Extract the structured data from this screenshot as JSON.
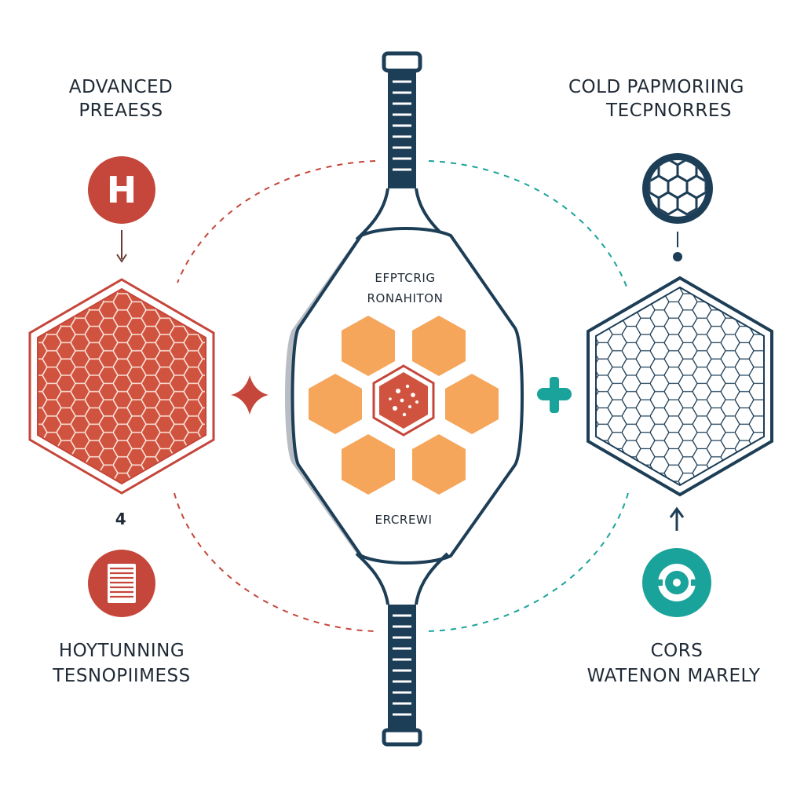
{
  "labels": {
    "top_left_line1": "ADVANCED",
    "top_left_line2": "PREAESS",
    "top_right_line1": "COLD PAPMORIING",
    "top_right_line2": "TECPNORRES",
    "bottom_left_line1": "HOYTUNNING",
    "bottom_left_line2": "TESNOPIIMESS",
    "bottom_right_line1": "CORS",
    "bottom_right_line2": "WATENON MARELY",
    "center_top_line1": "EFPTCRIG",
    "center_top_line2": "RONAHITON",
    "center_bottom": "ERCREWI",
    "left_step_number": "4",
    "h_badge": "H"
  },
  "icons": {
    "top_left": "h-badge-icon",
    "bottom_left": "grille-icon",
    "top_right": "honeycomb-ball-icon",
    "bottom_right": "ball-icon",
    "left_connector": "diamond-drop-icon",
    "right_connector": "plus-node-icon"
  },
  "colors": {
    "red": "#c5463a",
    "red_fill": "#d0533f",
    "navy": "#1d3e57",
    "teal": "#1aa39a",
    "orange": "#f5a65b",
    "text": "#1f2a36",
    "grey_shadow": "#b8bcc3"
  }
}
